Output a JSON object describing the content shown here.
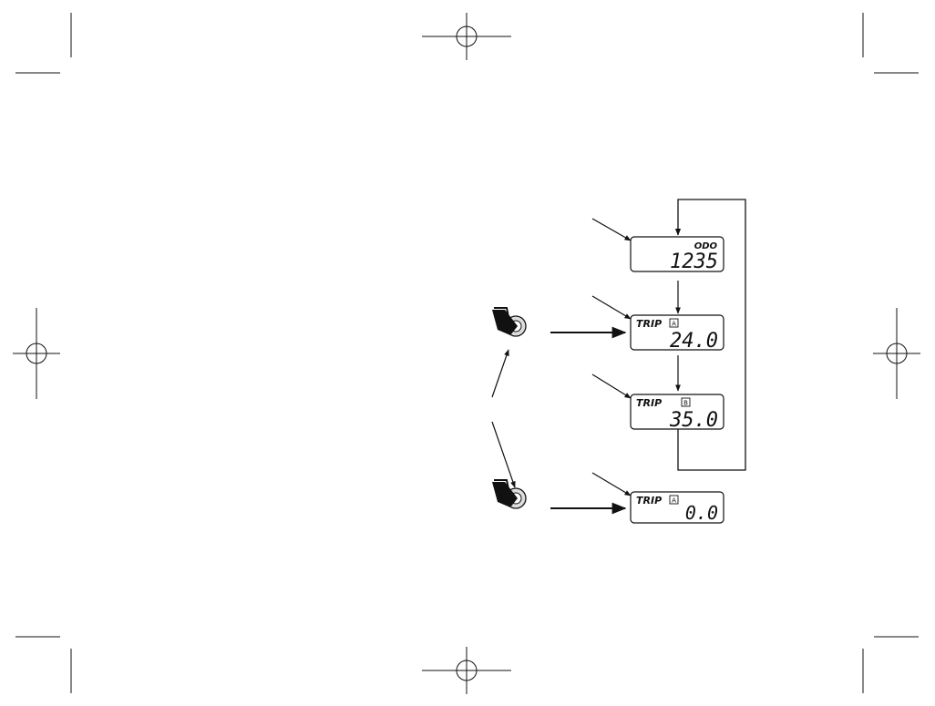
{
  "displays": [
    {
      "id": "odo",
      "label": "ODO",
      "indicator": "",
      "value": "1235"
    },
    {
      "id": "trip-a",
      "label": "TRIP",
      "indicator": "A",
      "value": "24.0"
    },
    {
      "id": "trip-b",
      "label": "TRIP",
      "indicator": "B",
      "value": "35.0"
    },
    {
      "id": "trip-a-reset",
      "label": "TRIP",
      "indicator": "A",
      "value": "0.0"
    }
  ]
}
